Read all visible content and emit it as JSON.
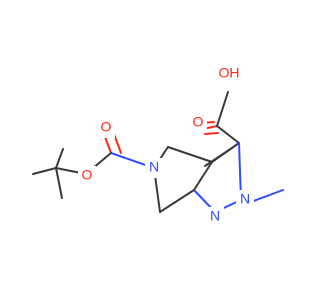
{
  "molecule": {
    "atoms": {
      "hydroxyl": "OH",
      "carbonyl_o_acid": "O",
      "carbonyl_o_boc": "O",
      "ester_o_boc": "O",
      "n_pyrrolidine": "N",
      "n_pyrazole_1": "N",
      "n_pyrazole_2": "N"
    },
    "colors": {
      "bond": "#3a3a3a",
      "oxygen": "#ff2a1a",
      "nitrogen": "#2f4dff",
      "background": "#ffffff"
    }
  }
}
